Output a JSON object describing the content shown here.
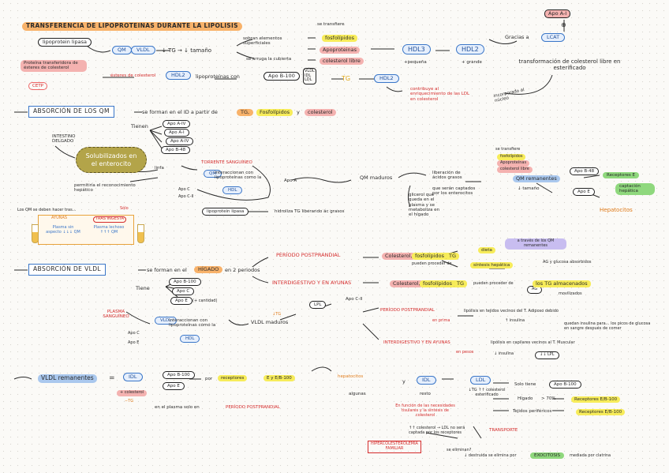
{
  "s1": {
    "title": "TRANSFERENCIA DE LIPOPROTEINAS DURANTE LA LIPOLISIS",
    "lipoprotein_lipasa": "lipoprotein lipasa",
    "qm": "QM",
    "vldl": "VLDL",
    "tg_down": "↓ TG → ↓ tamaño",
    "sobran": "sobran elementos superficiales",
    "se_arruga": "se arruga la cubierta",
    "se_transfiere": "se transfiere",
    "fosfolipidos": "fosfolípidos",
    "apoproteinas": "Apoproteinas",
    "colesterol_libre": "colesterol libre",
    "hdl3": "HDL3",
    "hdl3_sub": "+pequeña",
    "hdl2": "HDL2",
    "hdl2_sub": "+ grande",
    "gracias": "Gracias a",
    "lcat": "LCAT",
    "apo_a1": "Apo A-I",
    "plus": "⊕",
    "transformacion": "transformación de colesterol libre en esterificado",
    "incorporado": "incorporado al núcleo",
    "proteina_transf": "Proteína transferidora de ésteres de colesterol",
    "cetp": "CETP",
    "esteres": "ésteres de colesterol",
    "lipoproteinas_con": "lipoproteínas con",
    "apo_b100": "Apo B-100",
    "ldl_list": [
      "VLDL",
      "IDL",
      "LDL"
    ],
    "tg": "TG",
    "contribuye": "contribuye al enriquecimiento de las LDL en colesterol"
  },
  "s2": {
    "title": "ABSORCIÓN DE LOS QM",
    "se_forman": "se forman en el ID a partir de",
    "tg": "TG,",
    "fosfolipidos": "Fosfolípidos",
    "y": "y",
    "colesterol": "colesterol",
    "tienen": "Tienen",
    "apos": [
      "Apo A-IV",
      "Apo A-I",
      "Apo A-IV",
      "Apo B-48"
    ],
    "intestino": "INTESTINO DELGADO",
    "solubilizados": "Solubilizados en el enterocito",
    "linfa": "linfa",
    "permitiria": "permitiría el reconocimiento hepático",
    "torrente": "TORRENTE SANGUÍNEO",
    "qm_interaccionan": "interaccionan con lipoproteínas como la",
    "hdl": "HDL",
    "apo_a": "Apo A",
    "apo_c2": "Apo C",
    "apo_cii": "Apo C-II",
    "apo_e": "Apo E",
    "lipoprotein_lipasa": "lipoprotein lipasa",
    "hidroliza": "hidroliza TG liberando ác grasos",
    "qm_maduros": "QM maduros",
    "liberacion": "liberación de ácidos grasos",
    "que_seran": "que serán captados por los enterocitos",
    "glicerol": "glicerol que queda en el plasma y se metaboliza en el hígado",
    "se_transfiere": "se transfiere",
    "fosfolipidos2": "fosfolípidos",
    "apoproteinas": "Apoproteínas",
    "colesterol_libre": "colesterol libre",
    "qm_remanentes": "QM remanentes",
    "tamano_down": "↓ tamaño",
    "apo_b48": "Apo B-48",
    "apo_e2": "Apo E",
    "receptores": "Receptores E",
    "captacion": "captación hepática",
    "hepatocitos": "Hepatocitos",
    "ayunas_note": "Los QM se deben hacer tras...",
    "solo": "Sólo",
    "ayunas": "AYUNAS",
    "tras_ingesta": "TRAS INGESTA",
    "ayunas_desc": "Plasma sin aspecto ↓↓↓ QM",
    "ingesta_desc": "Plasma lechoso ↑↑↑ QM"
  },
  "s3": {
    "title": "ABSORCIÓN DE VLDL",
    "se_forman": "se forman en el",
    "higado": "HÍGADO",
    "periodos": "en 2 periodos",
    "postprandial": "PERÍODO POSTPRANDIAL",
    "colesterol": "Colesterol,",
    "fosfolipidos": "fosfolípidos y",
    "tg": "TG",
    "pueden_proceder": "pueden proceder de",
    "dieta": "dieta",
    "sintesis": "síntesis hepática",
    "a_traves": "a través de los QM remanentes",
    "ag_y": "AG y glucosa absorbidos",
    "ag": "AG",
    "interdigestivo": "INTERDIGESTIVO Y EN AYUNAS",
    "pueden_proceder2": "pueden proceder de",
    "tg_almacenados": "los TG almacenados",
    "movilizados": "movilizados",
    "tiene": "Tiene",
    "apos": [
      "Apo B-100",
      "Apo C",
      "Apo E"
    ],
    "cantidad": "(+ cantidad)",
    "plasma": "PLASMA SANGUÍNEO",
    "vldl": "VLDL",
    "interaccionan": "interaccionan con lipoproteínas como la",
    "hdl": "HDL",
    "apo_c": "Apo C",
    "apo_e": "Apo E",
    "lpl": "LPL",
    "apo_cii": "Apo C-II",
    "vldl_maduros": "VLDL maduros",
    "tg_down": "↓TG",
    "postprandial2": "PERÍODO POSTPRANDIAL",
    "lipolisis1": "lipólisis en tejidos vecinos del T. Adiposo debido",
    "en_prima": "en prima",
    "insulina": "↑ insulina",
    "quedan": "quedan insulina para... los picos de glucosa en sangre después de comer",
    "interdigestivo2": "INTERDIGESTIVO Y EN AYUNAS",
    "en_pesas": "en pesos",
    "lipolisis2": "lipólisis en capilares vecinos al T. Muscular",
    "insulina_down": "↓ insulina",
    "lpl2": "↓↓ LPL"
  },
  "s4": {
    "vldl_rem": "VLDL remanentes",
    "igual": "=",
    "idl": "IDL",
    "apo_b100": "Apo B-100",
    "apo_e": "Apo E",
    "por": "por",
    "receptores": "receptores",
    "e_b": "E y E/B-100",
    "hepatocitos": "hepatocitos",
    "algunas": "algunas",
    "mas_col": "+ colesterol",
    "menos_tg": "−TG",
    "plasma": "en el plasma solo en",
    "postprandial": "PERÍODO POSTPRANDIAL",
    "y": "y",
    "idl2": "IDL",
    "resto": "resto",
    "ldl": "LDL",
    "tg_info": "↓TG ↑↑ colesterol esterificado",
    "en_funcion": "En función de las necesidades tisulares y la síntesis de colesterol",
    "colesterol_down": "↑↑ colesterol → LDL no será captada por los receptores",
    "se_eliminan": "se eliminan?",
    "hipercol": "HIPERCOLESTEROLEMIA FAMILIAR",
    "solo_tiene": "Solo tiene",
    "apo_b100_2": "Apo B-100",
    "higado": "Hígado",
    "pct": "> 70%",
    "tejidos": "Tejidos periféricos",
    "receptores1": "Receptores E/B-100",
    "receptores2": "Receptores E/B-100",
    "transporte": "TRANSPORTE",
    "destruida": "↓ destruida se elimina por",
    "exocitosis": "EXOCITOSIS",
    "mediada": "mediada por clatrina"
  }
}
